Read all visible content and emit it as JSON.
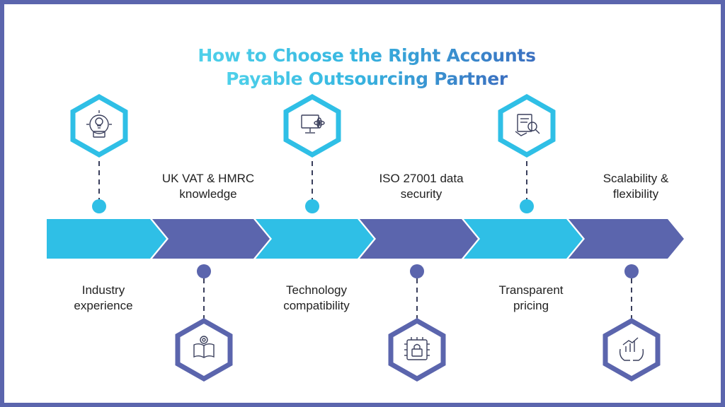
{
  "title": {
    "line1": "How to Choose the Right Accounts",
    "line2": "Payable Outsourcing Partner"
  },
  "colors": {
    "border": "#5b65ad",
    "cyan": "#2fbfe6",
    "indigo": "#5b65ad",
    "dash": "#3a3f5c",
    "text": "#222222"
  },
  "steps": [
    {
      "label_line1": "Industry",
      "label_line2": "experience",
      "icon": "gear-lightbulb-icon",
      "color": "cyan"
    },
    {
      "label_line1": "UK VAT & HMRC",
      "label_line2": "knowledge",
      "icon": "book-gear-icon",
      "color": "indigo"
    },
    {
      "label_line1": "Technology",
      "label_line2": "compatibility",
      "icon": "computer-atom-icon",
      "color": "cyan"
    },
    {
      "label_line1": "ISO 27001 data",
      "label_line2": "security",
      "icon": "chip-lock-icon",
      "color": "indigo"
    },
    {
      "label_line1": "Transparent",
      "label_line2": "pricing",
      "icon": "document-handshake-icon",
      "color": "cyan"
    },
    {
      "label_line1": "Scalability &",
      "label_line2": "flexibility",
      "icon": "hands-growth-chart-icon",
      "color": "indigo"
    }
  ]
}
